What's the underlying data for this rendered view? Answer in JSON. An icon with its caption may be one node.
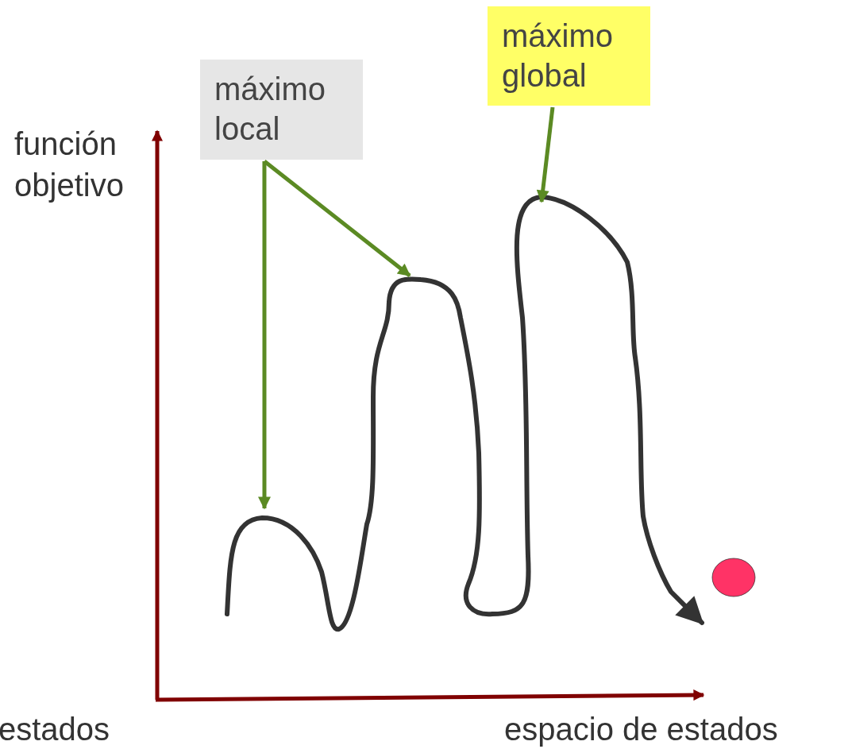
{
  "diagram": {
    "nodes": [
      {
        "text": [
          "máximo local"
        ]
      },
      {
        "text": [
          "máximo global"
        ]
      }
    ],
    "edges": [
      {
        "from": 0,
        "to": null,
        "arrow": "to",
        "color": "#5b8a23"
      },
      {
        "from": 0,
        "to": null,
        "arrow": "to",
        "color": "#5b8a23"
      },
      {
        "from": 1,
        "to": null,
        "arrow": "to",
        "color": "#5b8a23"
      }
    ],
    "labels": [
      "función objetivo",
      "estados",
      "espacio de estados"
    ]
  }
}
